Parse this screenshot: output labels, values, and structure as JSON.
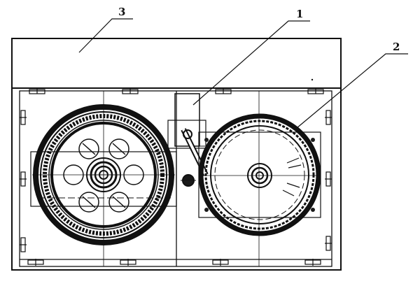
{
  "callouts": [
    {
      "id": "1",
      "label": "1"
    },
    {
      "id": "2",
      "label": "2"
    },
    {
      "id": "3",
      "label": "3"
    }
  ],
  "colors": {
    "ink": "#111111",
    "paper": "#ffffff",
    "fill_dark": "#1a1a1a"
  }
}
